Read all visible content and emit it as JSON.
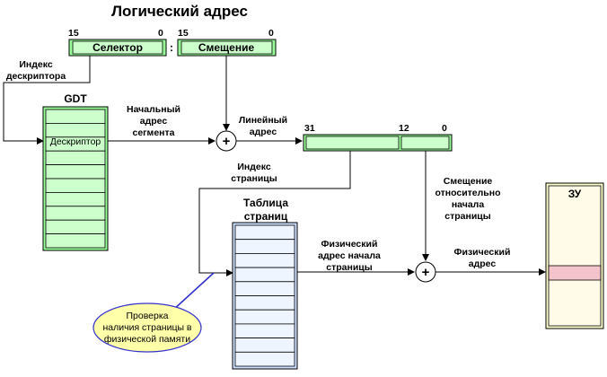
{
  "title": "Логический адрес",
  "logical": {
    "selector_label": "Селектор",
    "offset_label": "Смещение",
    "separator": ":",
    "selector_hi": "15",
    "selector_lo": "0",
    "offset_hi": "15",
    "offset_lo": "0"
  },
  "descriptor_index": [
    "Индекс",
    "дескриптора"
  ],
  "gdt": {
    "title": "GDT",
    "descriptor_label": "Дескриптор"
  },
  "segment_base": [
    "Начальный",
    "адрес",
    "сегмента"
  ],
  "linear_address": [
    "Линейный",
    "адрес"
  ],
  "linear_bits": {
    "hi": "31",
    "mid": "12",
    "lo": "0"
  },
  "page_index": [
    "Индекс",
    "страницы"
  ],
  "page_offset": [
    "Смещение",
    "относительно",
    "начала",
    "страницы"
  ],
  "page_table_title": [
    "Таблица",
    "страниц"
  ],
  "page_phys_base": [
    "Физический",
    "адрес начала",
    "страницы"
  ],
  "physical_address": [
    "Физический",
    "адрес"
  ],
  "memory_title": "ЗУ",
  "callout": [
    "Проверка",
    "наличия страницы в",
    "физической памяти"
  ],
  "adder_symbol": "+",
  "colors": {
    "green_fill": "#ccffcc",
    "green_header": "#99ff99",
    "blue_fill": "#e6f0ff",
    "yellow_fill": "#ffffcc",
    "pink_fill": "#f4c4cc",
    "callout_fill": "#ffffaa",
    "callout_stroke": "#3333cc"
  }
}
